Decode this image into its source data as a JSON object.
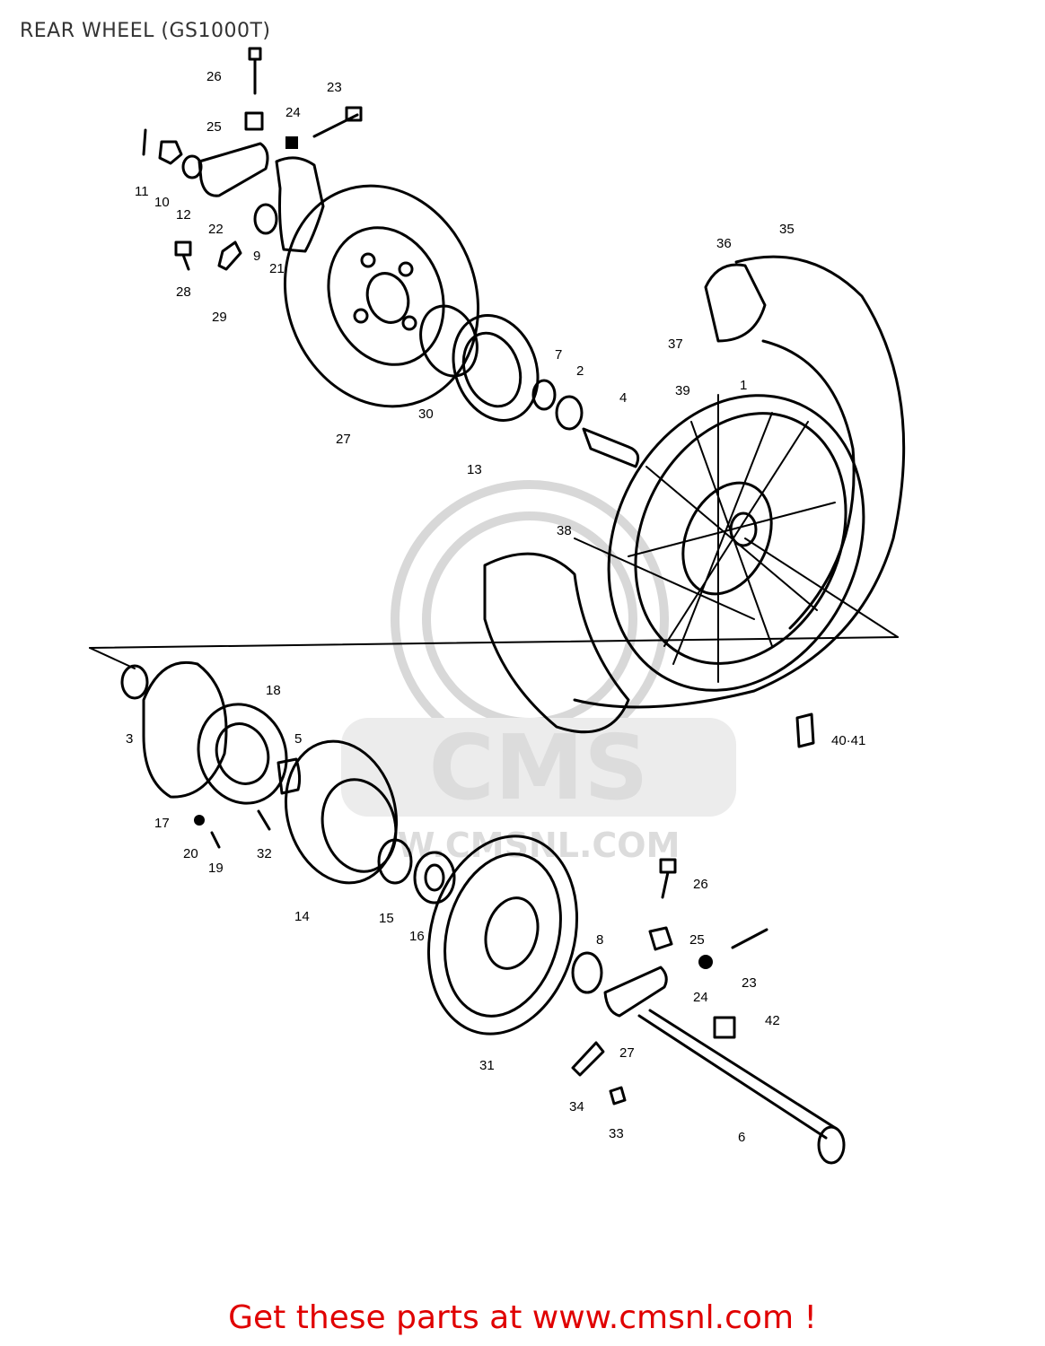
{
  "header": {
    "title": "REAR WHEEL (GS1000T)"
  },
  "watermark": {
    "brand": "CMS",
    "url": "W.CMSNL.COM"
  },
  "footer": {
    "cta": "Get these parts at www.cmsnl.com !"
  },
  "colors": {
    "cta": "#e00000",
    "lines": "#000000",
    "watermark": "#dcdcdc"
  },
  "parts": [
    "26",
    "25",
    "23",
    "24",
    "11",
    "10",
    "12",
    "22",
    "9",
    "21",
    "28",
    "29",
    "36",
    "35",
    "37",
    "7",
    "2",
    "39",
    "1",
    "4",
    "30",
    "27",
    "13",
    "38",
    "18",
    "3",
    "5",
    "17",
    "20",
    "19",
    "32",
    "40·41",
    "26",
    "14",
    "15",
    "16",
    "8",
    "25",
    "23",
    "24",
    "42",
    "27",
    "31",
    "34",
    "33",
    "6"
  ]
}
